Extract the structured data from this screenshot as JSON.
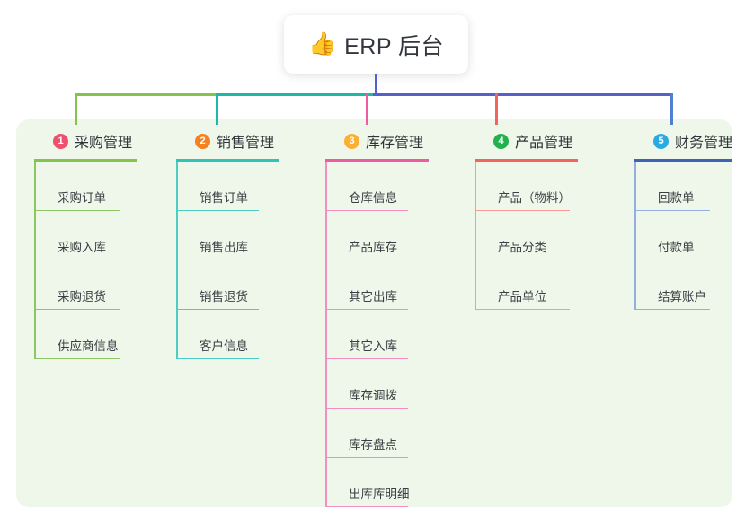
{
  "root": {
    "icon": "thumbs-up-icon",
    "emoji": "👍",
    "title": "ERP 后台"
  },
  "colors": {
    "panel_bg": "#eef7e9",
    "page_bg": "#ffffff",
    "card_bg": "#ffffff",
    "title_text": "#33373d",
    "bus_green": "#83c44e",
    "bus_teal": "#1eb8a8",
    "bus_indigo": "#5560c8",
    "stub_green": "#83c44e",
    "stub_teal": "#1eb8a8",
    "stub_pink": "#e8479b",
    "stub_red": "#f4635e",
    "stub_blue": "#4f7fd0"
  },
  "columns": [
    {
      "number": "1",
      "title": "采购管理",
      "badge_color": "#f0506e",
      "rule_color": "#83c44e",
      "line_color": "#8cc763",
      "items": [
        "采购订单",
        "采购入库",
        "采购退货",
        "供应商信息"
      ]
    },
    {
      "number": "2",
      "title": "销售管理",
      "badge_color": "#f58220",
      "rule_color": "#2ec4b6",
      "line_color": "#4ecdc4",
      "items": [
        "销售订单",
        "销售出库",
        "销售退货",
        "客户信息"
      ]
    },
    {
      "number": "3",
      "title": "库存管理",
      "badge_color": "#fbb034",
      "rule_color": "#ef5ba1",
      "line_color": "#f08fc0",
      "items": [
        "仓库信息",
        "产品库存",
        "其它出库",
        "其它入库",
        "库存调拨",
        "库存盘点",
        "出库库明细"
      ]
    },
    {
      "number": "4",
      "title": "产品管理",
      "badge_color": "#22b24c",
      "rule_color": "#f4635e",
      "line_color": "#f59b94",
      "items": [
        "产品（物料）",
        "产品分类",
        "产品单位"
      ]
    },
    {
      "number": "5",
      "title": "财务管理",
      "badge_color": "#29abe2",
      "rule_color": "#3f62b5",
      "line_color": "#93aee0",
      "items": [
        "回款单",
        "付款单",
        "结算账户"
      ]
    }
  ]
}
